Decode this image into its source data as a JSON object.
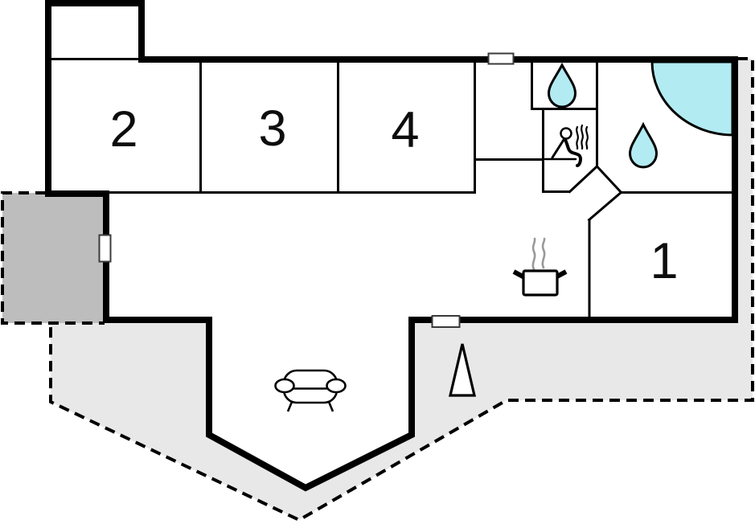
{
  "floor_plan": {
    "type": "holiday-home floor plan",
    "rooms": [
      {
        "id": "room-1",
        "label": "1"
      },
      {
        "id": "room-2",
        "label": "2"
      },
      {
        "id": "room-3",
        "label": "3"
      },
      {
        "id": "room-4",
        "label": "4"
      }
    ],
    "features": {
      "bathroom_icons": [
        "corner-shower",
        "water-drop"
      ],
      "toilet_icons": [
        "water-drop"
      ],
      "sauna_icons": [
        "sauna-person-with-steam"
      ],
      "kitchen_icons": [
        "cooking-pot-with-steam"
      ],
      "living_icons": [
        "sofa"
      ],
      "terrace_icons": [
        "triangle-cone"
      ],
      "openings": [
        "top-door-marker",
        "left-door-marker",
        "bottom-window-marker"
      ]
    },
    "colors": {
      "wall": "#000000",
      "water": "#b2ebf2",
      "terrace": "#e8e8e8",
      "garage": "#bdbdbd",
      "steam": "#999999",
      "marker_border": "#3a3a3a",
      "white": "#ffffff"
    }
  }
}
